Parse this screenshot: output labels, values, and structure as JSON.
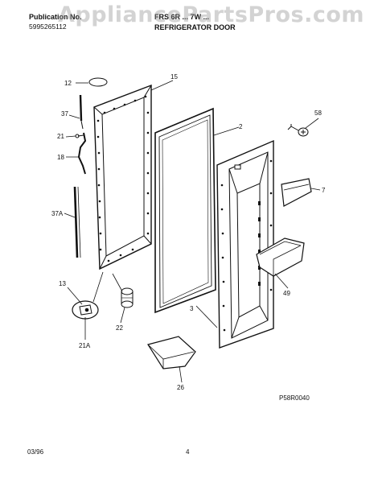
{
  "header": {
    "publication_label": "Publication No.",
    "publication_number": "5995265112",
    "model_line": "FRS 6R ... 7W ...",
    "section_title": "REFRIGERATOR DOOR"
  },
  "watermark": "AppliancePartsPros.com",
  "diagram": {
    "callouts": [
      "12",
      "15",
      "37",
      "21",
      "18",
      "37A",
      "2",
      "58",
      "7",
      "13",
      "22",
      "21A",
      "49",
      "3",
      "26"
    ],
    "figure_code": "P58R0040"
  },
  "footer": {
    "date": "03/96",
    "page": "4"
  }
}
